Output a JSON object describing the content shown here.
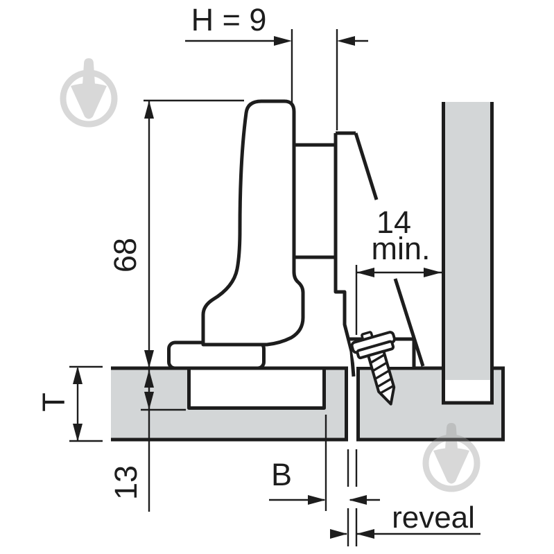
{
  "diagram": {
    "type": "technical-drawing",
    "subject": "Concealed cabinet hinge cross-section with mounting dimensions (inset application)",
    "labels": {
      "boss_height": "H = 9",
      "arm_height": "68",
      "min_clearance_value": "14",
      "min_clearance_unit": "min.",
      "door_thickness": "T",
      "drill_depth": "13",
      "bore_distance": "B",
      "reveal": "reveal"
    },
    "colors": {
      "line": "#1d1d1d",
      "panel": "#d3d6d7",
      "watermark": "#9a9a9a",
      "bg": "#ffffff"
    },
    "icons": {
      "watermark": "trowel-badge-icon"
    }
  }
}
